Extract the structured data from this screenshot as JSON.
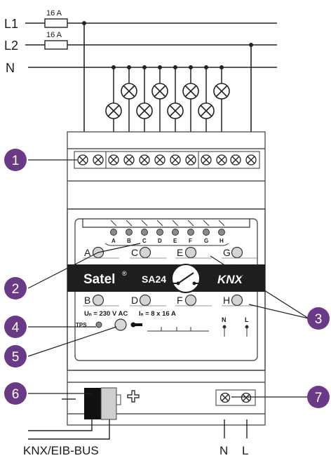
{
  "lines": {
    "l1": "L1",
    "l2": "L2",
    "n": "N",
    "fuse_l1": "16 A",
    "fuse_l2": "16 A"
  },
  "device": {
    "brand": "Satel",
    "model": "SA24",
    "standard": "KNX",
    "voltage_label": "Uₙ = 230 V AC",
    "current_label": "Iₙ = 8 x 16 A",
    "tps_label": "TPS",
    "term_n": "N",
    "term_l": "L",
    "led_labels": [
      "A",
      "B",
      "C",
      "D",
      "E",
      "F",
      "G",
      "H"
    ],
    "buttons_top": [
      "A",
      "C",
      "E",
      "G"
    ],
    "buttons_bottom": [
      "B",
      "D",
      "F",
      "H"
    ]
  },
  "bottom_labels": {
    "bus": "KNX/EIB-BUS",
    "n": "N",
    "l": "L"
  },
  "callouts": [
    "1",
    "2",
    "3",
    "4",
    "5",
    "6",
    "7"
  ],
  "colors": {
    "callout": "#6b3a86",
    "line": "#222222",
    "brand_band": "#1e1e1e"
  }
}
